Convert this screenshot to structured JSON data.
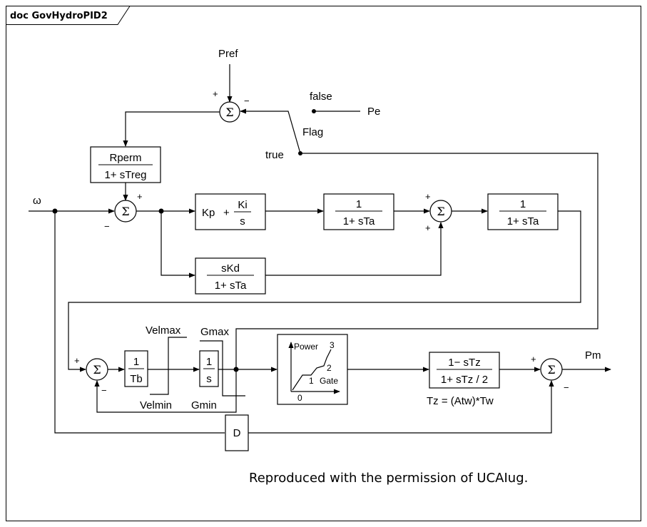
{
  "diagram": {
    "title": "doc GovHydroPID2",
    "inputs": {
      "pref": "Pref",
      "omega": "ω",
      "pe": "Pe",
      "flag": "Flag",
      "false": "false",
      "true": "true"
    },
    "output": "Pm",
    "sigma": "Σ",
    "signs": {
      "plus": "+",
      "minus": "−"
    },
    "blocks": {
      "rperm": {
        "num": "Rperm",
        "den": "1+ sTreg"
      },
      "pi": {
        "kp": "Kp",
        "plus": "+",
        "num": "Ki",
        "den": "s"
      },
      "lag1": {
        "num": "1",
        "den": "1+ sTa"
      },
      "lag2": {
        "num": "1",
        "den": "1+ sTa"
      },
      "deriv": {
        "num": "sKd",
        "den": "1+ sTa"
      },
      "tb": {
        "num": "1",
        "den": "Tb"
      },
      "integ": {
        "num": "1",
        "den": "s"
      },
      "turbine": {
        "num": "1− sTz",
        "den": "1+ sTz / 2"
      },
      "d": "D"
    },
    "limits": {
      "velmax": "Velmax",
      "velmin": "Velmin",
      "gmax": "Gmax",
      "gmin": "Gmin"
    },
    "gate_curve": {
      "power": "Power",
      "gate": "Gate",
      "zero": "0",
      "one": "1",
      "two": "2",
      "three": "3"
    },
    "tz_note": "Tz = (Atw)*Tw",
    "credit": "Reproduced with the permission of UCAIug."
  }
}
